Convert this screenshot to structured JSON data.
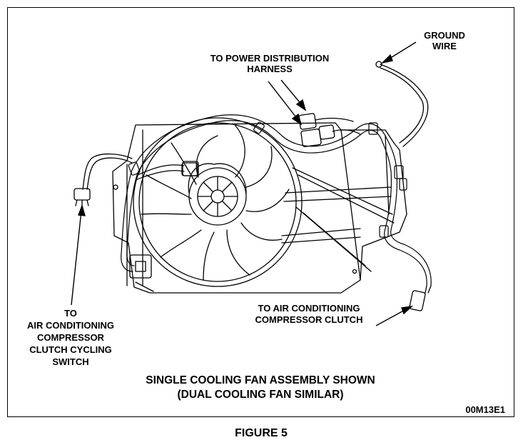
{
  "labels": {
    "ground_wire": [
      "GROUND",
      "WIRE"
    ],
    "power_harness": [
      "TO POWER DISTRIBUTION",
      "HARNESS"
    ],
    "ac_switch": [
      "TO",
      "AIR CONDITIONING",
      "COMPRESSOR",
      "CLUTCH CYCLING",
      "SWITCH"
    ],
    "ac_clutch": [
      "TO AIR CONDITIONING",
      "COMPRESSOR CLUTCH"
    ]
  },
  "caption": {
    "line1": "SINGLE COOLING FAN ASSEMBLY SHOWN",
    "line2": "(DUAL COOLING FAN SIMILAR)"
  },
  "figure_code": "00M13E1",
  "figure_title": "FIGURE 5"
}
